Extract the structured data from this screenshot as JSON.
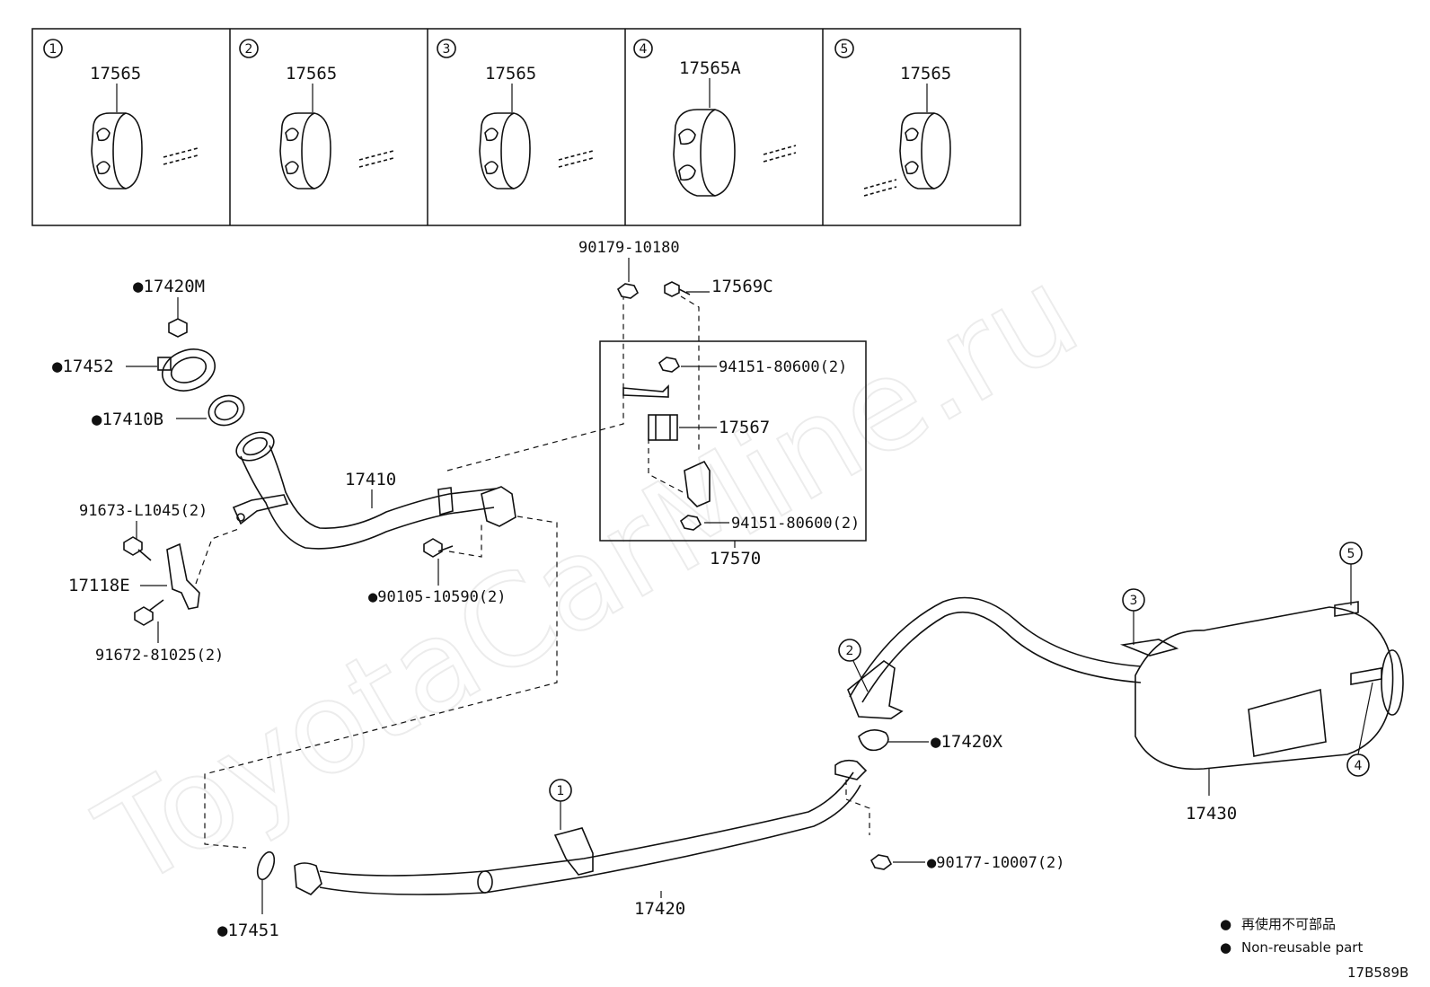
{
  "watermark": "ToyotaCarMine.ru",
  "insets": [
    {
      "num": "1",
      "part": "17565"
    },
    {
      "num": "2",
      "part": "17565"
    },
    {
      "num": "3",
      "part": "17565"
    },
    {
      "num": "4",
      "part": "17565A"
    },
    {
      "num": "5",
      "part": "17565"
    }
  ],
  "labels": {
    "p17420M": "●17420M",
    "p17452": "●17452",
    "p17410B": "●17410B",
    "p17410": "17410",
    "p91673": "91673-L1045(2)",
    "p17118E": "17118E",
    "p91672": "91672-81025(2)",
    "p90105": "●90105-10590(2)",
    "p90179": "90179-10180",
    "p17569C": "17569C",
    "p94151a": "94151-80600(2)",
    "p17567": "17567",
    "p94151b": "94151-80600(2)",
    "p17570": "17570",
    "p17420X": "●17420X",
    "p90177": "●90177-10007(2)",
    "p17430": "17430",
    "p17420": "17420",
    "p17451": "●17451"
  },
  "callouts": [
    "1",
    "2",
    "3",
    "4",
    "5"
  ],
  "legend": {
    "jp": "再使用不可部品",
    "en": "Non-reusable part",
    "bullet": "●"
  },
  "diagram_code": "17B589B"
}
